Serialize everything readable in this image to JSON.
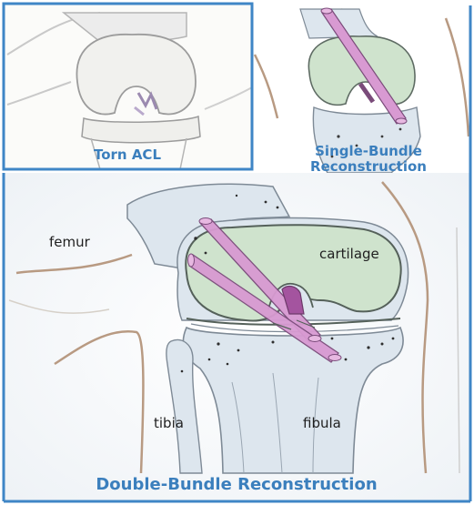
{
  "panels": {
    "torn": {
      "caption": "Torn ACL"
    },
    "single": {
      "caption_line1": "Single-Bundle",
      "caption_line2": "Reconstruction"
    },
    "double": {
      "caption": "Double-Bundle Reconstruction"
    }
  },
  "labels": {
    "femur": "femur",
    "cartilage": "cartilage",
    "tibia": "tibia",
    "fibula": "fibula"
  },
  "colors": {
    "frame_border": "#3f86c6",
    "caption": "#3b7fbd",
    "cartilage": "#cfe3cd",
    "graft": "#d89ad2",
    "bone": "#dde6ee",
    "skin_outline": "#b89a82"
  }
}
